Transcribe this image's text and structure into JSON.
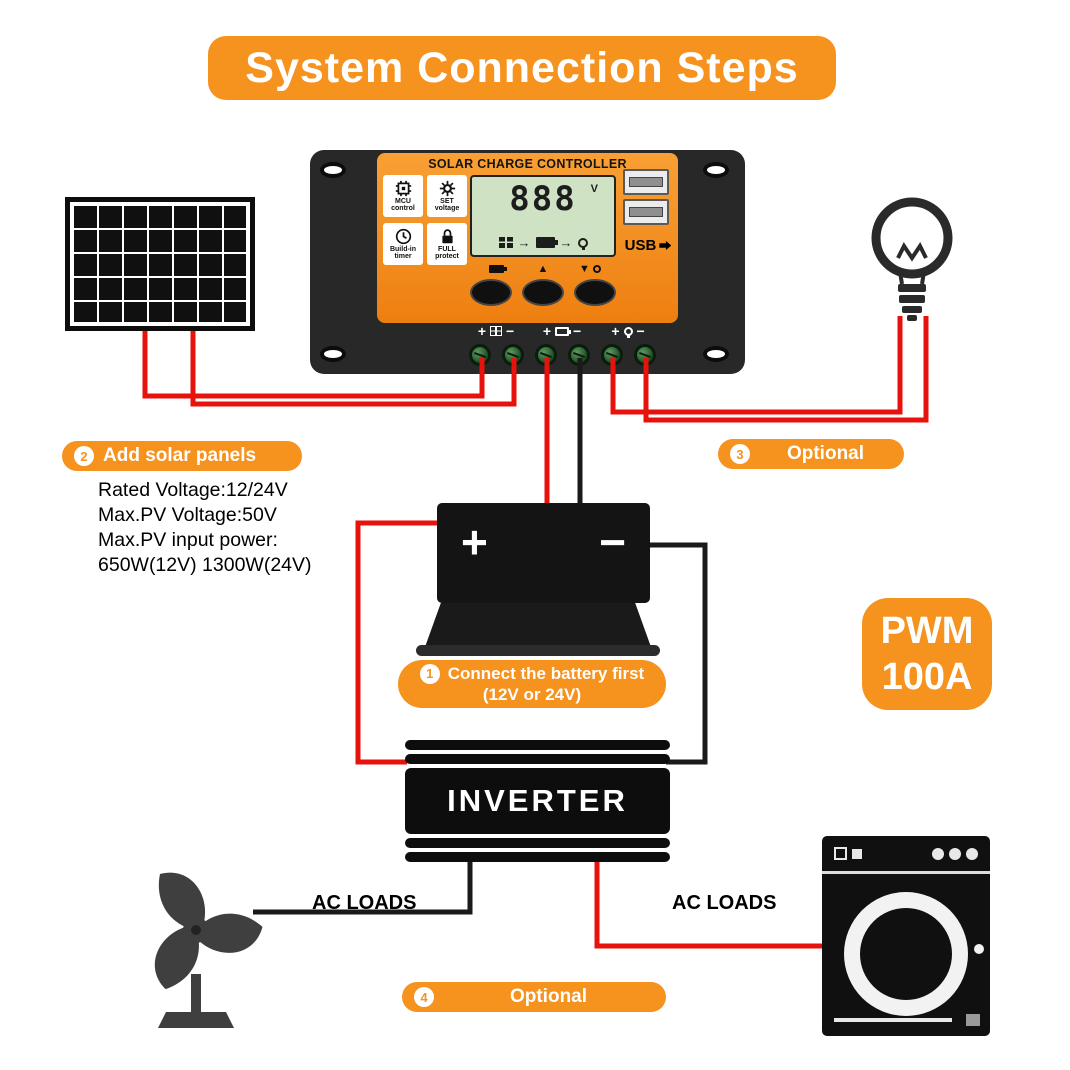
{
  "colors": {
    "accent": "#f6921e",
    "wire-red": "#e8120c",
    "wire-black": "#1a1a1a",
    "lcd": "#cfe3c4"
  },
  "title": "System Connection Steps",
  "controller": {
    "name": "SOLAR CHARGE CONTROLLER",
    "features": [
      {
        "icon": "mcu-chip-icon",
        "label": "MCU\ncontrol"
      },
      {
        "icon": "gear-icon",
        "label": "SET\nvoltage"
      },
      {
        "icon": "clock-icon",
        "label": "Build-in\ntimer"
      },
      {
        "icon": "lock-icon",
        "label": "FULL\nprotect"
      }
    ],
    "lcd": {
      "value": "888",
      "unit": "V",
      "arrow": "→"
    },
    "usb_label": "USB",
    "buttons": {
      "up": "▲",
      "down": "▼"
    },
    "terminal_groups": [
      {
        "plus": "+",
        "minus": "−",
        "icon": "solar-panel"
      },
      {
        "plus": "+",
        "minus": "−",
        "icon": "battery"
      },
      {
        "plus": "+",
        "minus": "−",
        "icon": "lamp"
      }
    ]
  },
  "steps": {
    "one": {
      "num": "1",
      "label": "Connect the battery first",
      "sub": "(12V or 24V)"
    },
    "two": {
      "num": "2",
      "label": "Add solar panels"
    },
    "three": {
      "num": "3",
      "label": "Optional"
    },
    "four": {
      "num": "4",
      "label": "Optional"
    }
  },
  "specs": [
    "Rated Voltage:12/24V",
    "Max.PV Voltage:50V",
    "Max.PV input power:",
    "650W(12V)  1300W(24V)"
  ],
  "battery": {
    "positive": "+",
    "negative": "−"
  },
  "badge": {
    "line1": "PWM",
    "line2": "100A"
  },
  "inverter_label": "INVERTER",
  "ac_loads_left": "AC LOADS",
  "ac_loads_right": "AC LOADS"
}
